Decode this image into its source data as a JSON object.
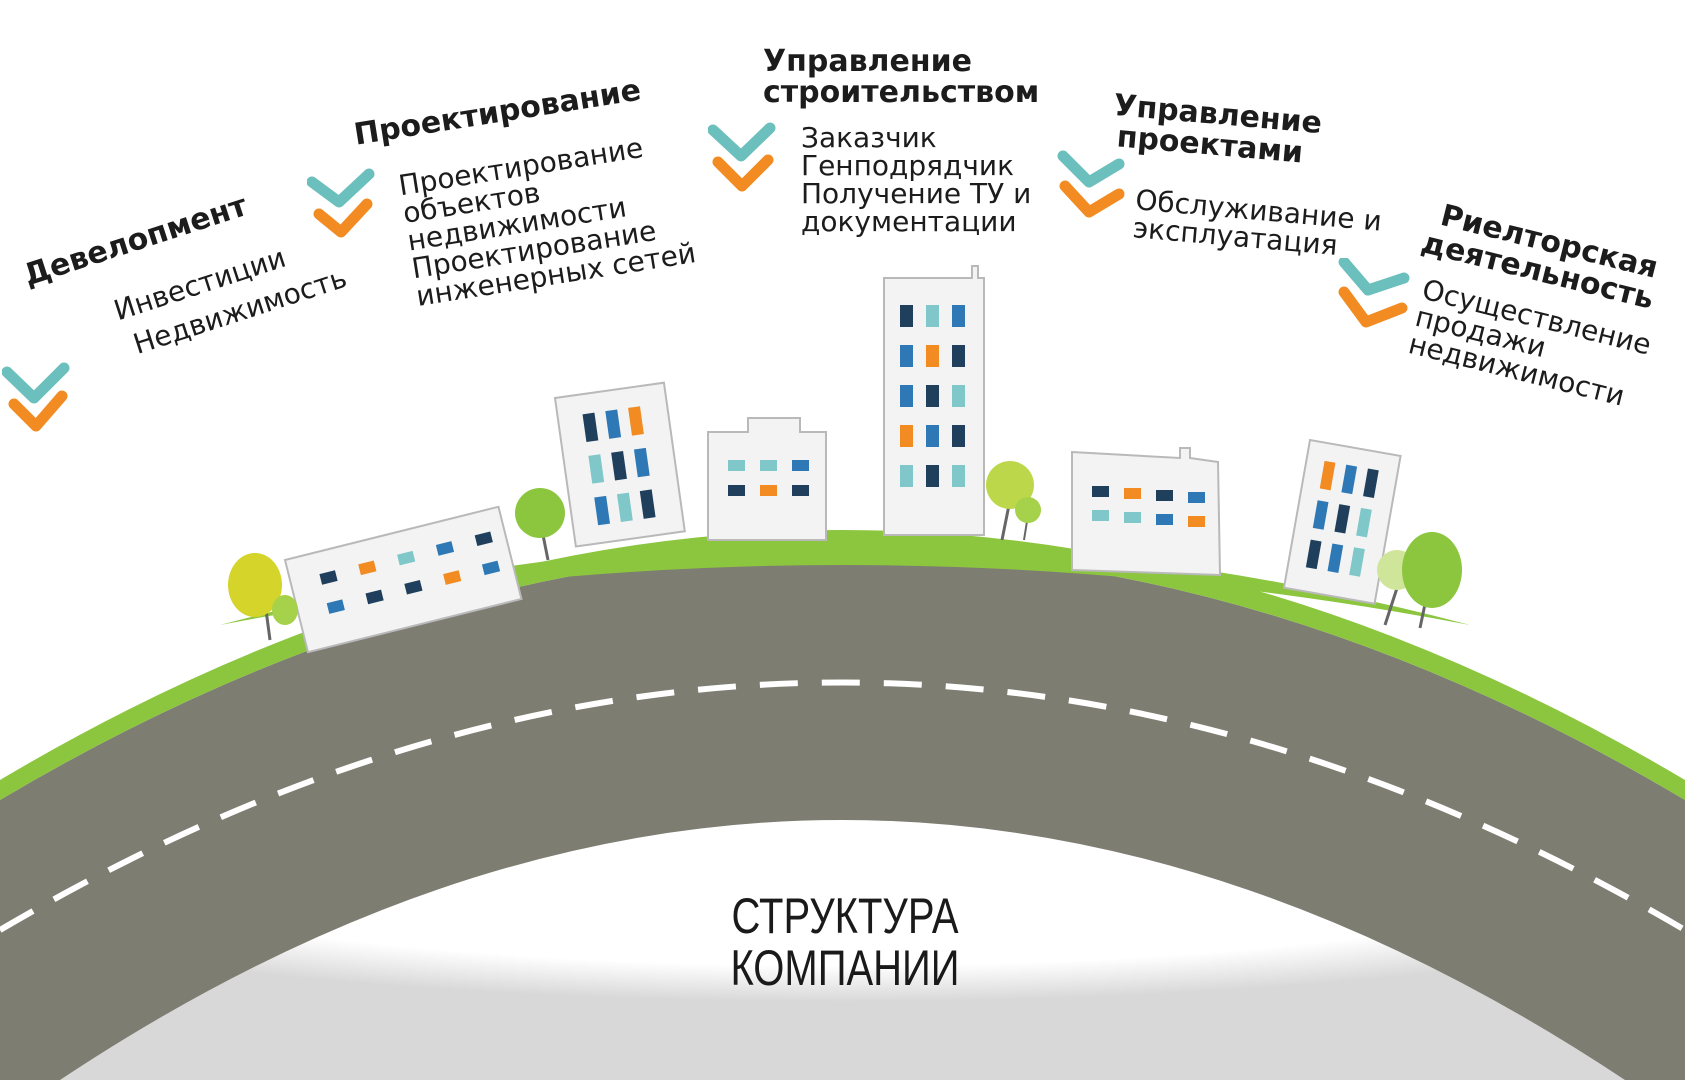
{
  "colors": {
    "road": "#7e7d72",
    "grass": "#8cc63f",
    "check_teal": "#6bbfbd",
    "check_orange": "#f28b22",
    "window_navy": "#1f3f5c",
    "window_blue": "#2e79b5",
    "window_teal": "#7fc7c9",
    "window_orange": "#f28b22"
  },
  "icons": [
    "check-teal-icon",
    "check-orange-icon",
    "tree-icon",
    "building-icon"
  ],
  "blocks": [
    {
      "title": "Девелопмент",
      "items": [
        "Инвестиции",
        "Недвижимость"
      ]
    },
    {
      "title": "Проектирование",
      "items": [
        "Проектирование",
        "объектов",
        "недвижимости",
        "Проектирование",
        "инженерных сетей"
      ]
    },
    {
      "title": "Управление строительством",
      "title_lines": [
        "Управление",
        "строительством"
      ],
      "items": [
        "Заказчик",
        "Генподрядчик",
        "Получение ТУ и",
        "документации"
      ]
    },
    {
      "title": "Управление проектами",
      "title_lines": [
        "Управление",
        "проектами"
      ],
      "items": [
        "Обслуживание и",
        "эксплуатация"
      ]
    },
    {
      "title": "Риелторская деятельность",
      "title_lines": [
        "Риелторская",
        "деятельность"
      ],
      "items": [
        "Осуществление",
        "продажи",
        "недвижимости"
      ]
    }
  ],
  "caption": {
    "line1": "СТРУКТУРА",
    "line2": "КОМПАНИИ"
  }
}
